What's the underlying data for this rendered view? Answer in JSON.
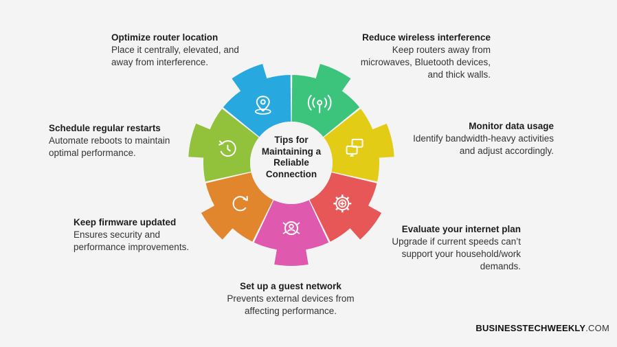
{
  "center_label": "Tips for\nMaintaining a\nReliable\nConnection",
  "brand": {
    "bold": "BUSINESSTECHWEEKLY",
    "suffix": ".COM"
  },
  "segments": [
    {
      "key": "router-location",
      "title": "Optimize router location",
      "desc": "Place it centrally, elevated, and\naway from interference.",
      "color": "#27a9df",
      "icon": "map-pin-icon"
    },
    {
      "key": "interference",
      "title": "Reduce wireless interference",
      "desc": "Keep routers away from\nmicrowaves, Bluetooth devices,\nand thick walls.",
      "color": "#3cc47c",
      "icon": "wifi-signal-icon"
    },
    {
      "key": "data-usage",
      "title": "Monitor data usage",
      "desc": "Identify bandwidth-heavy activities\nand adjust accordingly.",
      "color": "#e2cc16",
      "icon": "devices-icon"
    },
    {
      "key": "internet-plan",
      "title": "Evaluate your internet plan",
      "desc": "Upgrade if current speeds can’t\nsupport your household/work\ndemands.",
      "color": "#e85757",
      "icon": "gear-plus-icon"
    },
    {
      "key": "guest-network",
      "title": "Set up a guest network",
      "desc": "Prevents external devices from\naffecting performance.",
      "color": "#df5aaf",
      "icon": "user-network-icon"
    },
    {
      "key": "firmware",
      "title": "Keep firmware updated",
      "desc": "Ensures security and\nperformance improvements.",
      "color": "#e2862e",
      "icon": "refresh-icon"
    },
    {
      "key": "restarts",
      "title": "Schedule regular restarts",
      "desc": "Automate reboots to maintain\noptimal performance.",
      "color": "#92c13c",
      "icon": "clock-cycle-icon"
    }
  ]
}
